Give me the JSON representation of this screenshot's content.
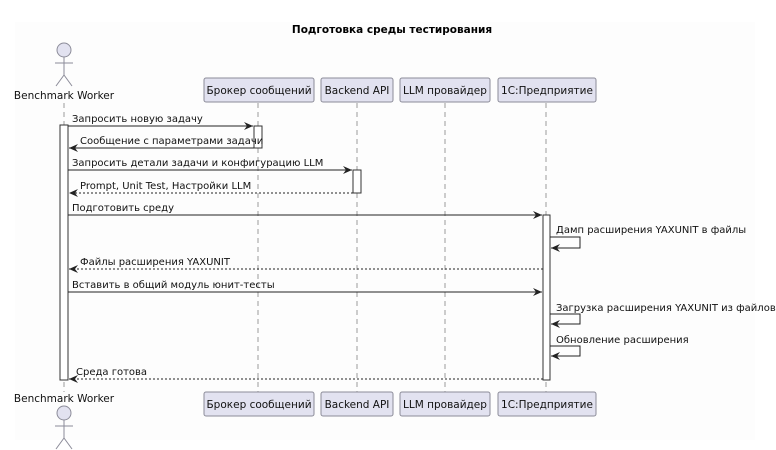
{
  "title": "Подготовка среды тестирования",
  "participants": [
    {
      "id": "worker",
      "label": "Benchmark Worker",
      "kind": "actor"
    },
    {
      "id": "broker",
      "label": "Брокер сообщений",
      "kind": "participant"
    },
    {
      "id": "backend",
      "label": "Backend API",
      "kind": "participant"
    },
    {
      "id": "llm",
      "label": "LLM провайдер",
      "kind": "participant"
    },
    {
      "id": "onec",
      "label": "1С:Предприятие",
      "kind": "participant"
    }
  ],
  "messages": [
    {
      "from": "worker",
      "to": "broker",
      "label": "Запросить новую задачу",
      "style": "solid"
    },
    {
      "from": "broker",
      "to": "worker",
      "label": "Сообщение с параметрами задачи",
      "style": "solid"
    },
    {
      "from": "worker",
      "to": "backend",
      "label": "Запросить детали задачи и конфигурацию LLM",
      "style": "solid"
    },
    {
      "from": "backend",
      "to": "worker",
      "label": "Prompt, Unit Test, Настройки LLM",
      "style": "dotted"
    },
    {
      "from": "worker",
      "to": "onec",
      "label": "Подготовить среду",
      "style": "solid"
    },
    {
      "from": "onec",
      "to": "onec",
      "label": "Дамп расширения YAXUNIT в файлы",
      "style": "solid"
    },
    {
      "from": "onec",
      "to": "worker",
      "label": "Файлы расширения YAXUNIT",
      "style": "dotted"
    },
    {
      "from": "worker",
      "to": "onec",
      "label": "Вставить в общий модуль юнит-тесты",
      "style": "solid"
    },
    {
      "from": "onec",
      "to": "onec",
      "label": "Загрузка расширения YAXUNIT из файлов",
      "style": "solid"
    },
    {
      "from": "onec",
      "to": "onec",
      "label": "Обновление расширения",
      "style": "solid"
    },
    {
      "from": "onec",
      "to": "worker",
      "label": "Среда готова",
      "style": "dotted"
    }
  ],
  "colors": {
    "participant_fill": "#e2e2f0",
    "participant_border": "#8c8c99",
    "line": "#222222",
    "lifeline": "#9a9a9a"
  }
}
